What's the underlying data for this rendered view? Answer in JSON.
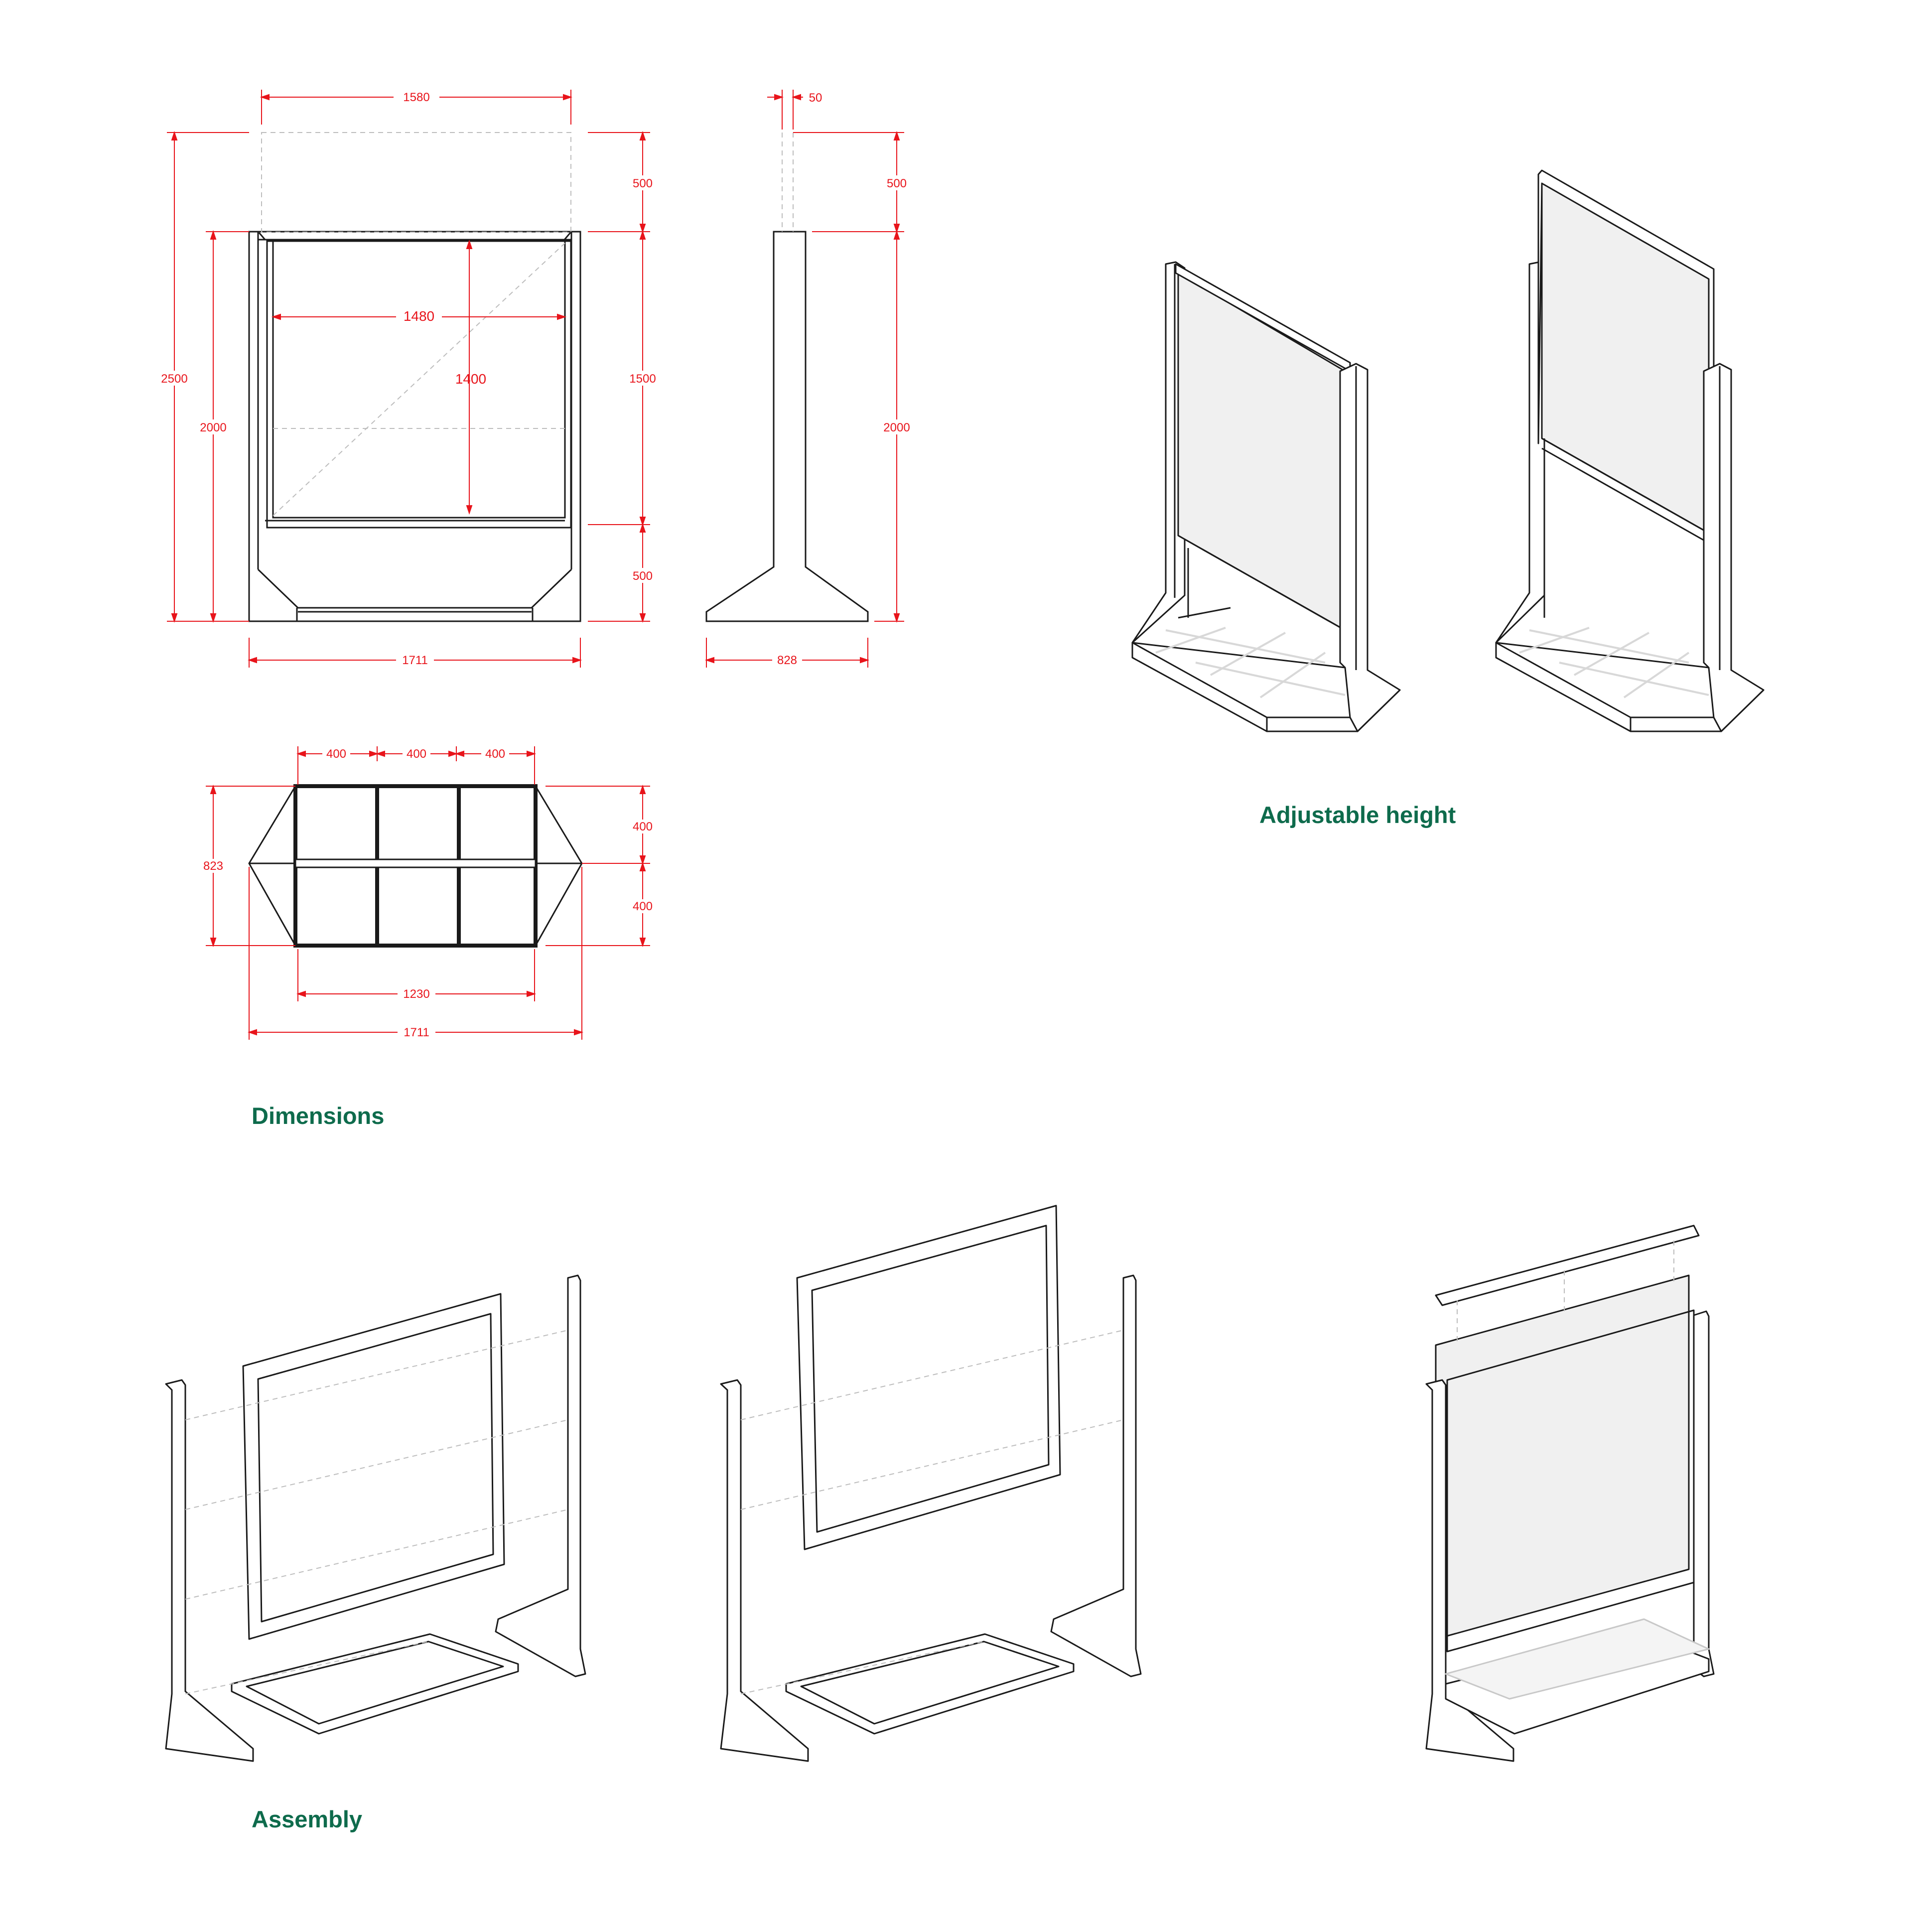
{
  "colors": {
    "dimension": "#e8141b",
    "line": "#1a1a1a",
    "hidden": "#bdbdbd",
    "panel": "#f0f0f0",
    "title": "#0e6b4c"
  },
  "sections": {
    "dimensions": "Dimensions",
    "adjustable": "Adjustable height",
    "assembly": "Assembly"
  },
  "dims": {
    "front": {
      "top_width": "1580",
      "inner_width": "1480",
      "inner_height": "1400",
      "total_height": "2500",
      "frame_height": "2000",
      "top_extension": "500",
      "panel_height": "1500",
      "base_height": "500",
      "base_width": "1711"
    },
    "side": {
      "thickness": "50",
      "top_extension": "500",
      "height": "2000",
      "base_depth": "828"
    },
    "plan": {
      "bay1": "400",
      "bay2": "400",
      "bay3": "400",
      "depth": "823",
      "half1": "400",
      "half2": "400",
      "inner_width": "1230",
      "total_width": "1711"
    }
  }
}
